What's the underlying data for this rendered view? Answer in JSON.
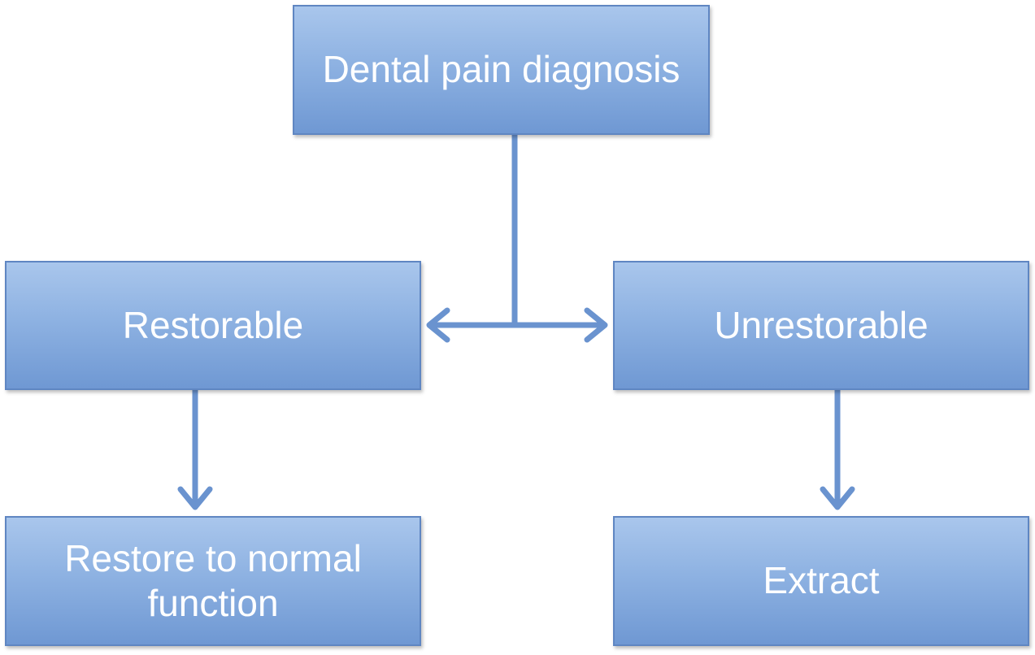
{
  "diagram": {
    "nodes": {
      "root": "Dental pain diagnosis",
      "restorable": "Restorable",
      "unrestorable": "Unrestorable",
      "restore": "Restore to normal function",
      "extract": "Extract"
    },
    "colors": {
      "node_fill_top": "#a9c6ec",
      "node_fill_bottom": "#6f98d3",
      "node_border": "#5f86c2",
      "connector": "#6a93cf",
      "text": "#ffffff"
    }
  }
}
